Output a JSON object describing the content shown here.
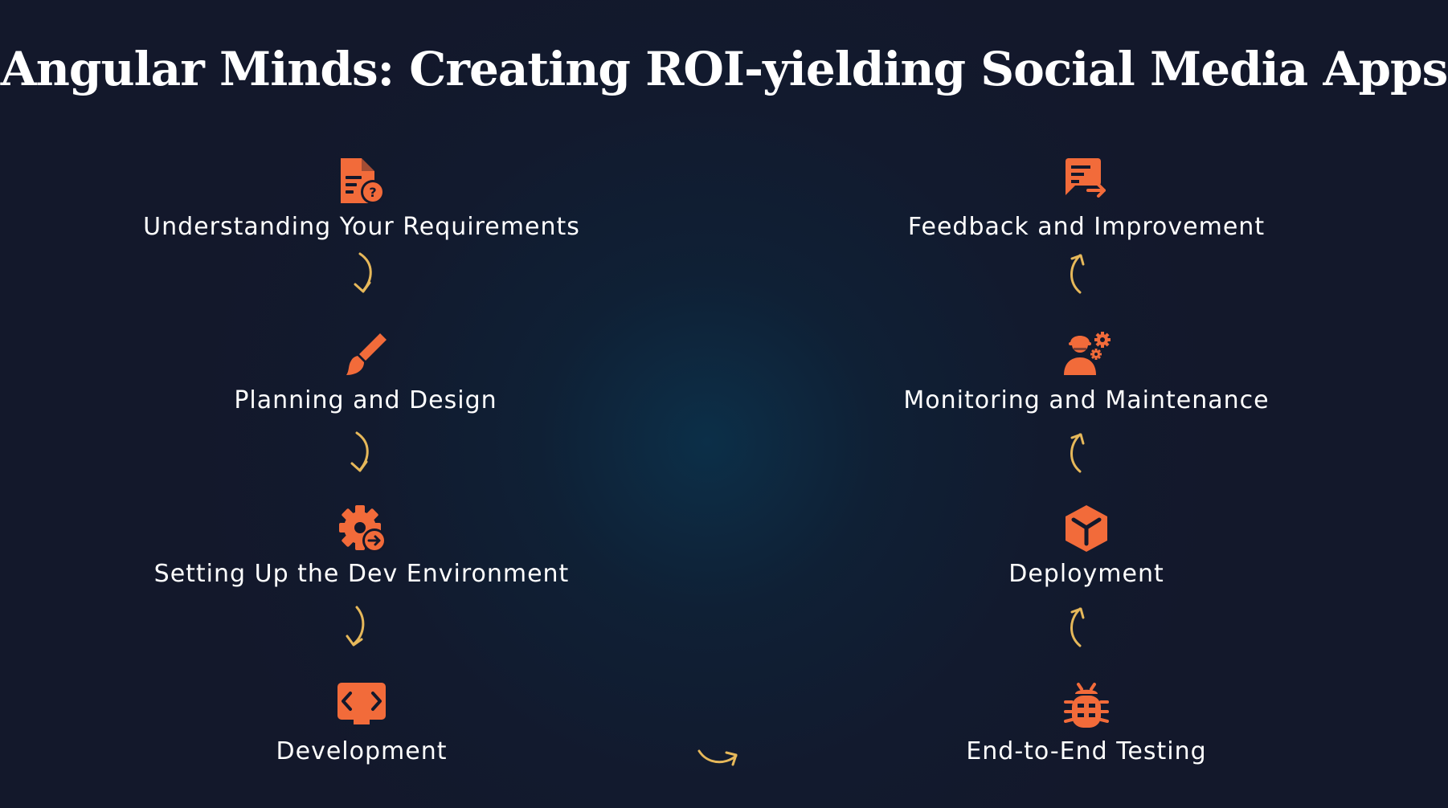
{
  "title": "Angular Minds: Creating ROI-yielding Social Media Apps",
  "colors": {
    "background": "#13182b",
    "glow": "#0c2f48",
    "icon": "#f26b3a",
    "arrow": "#e6b85a",
    "text": "#ffffff"
  },
  "steps": {
    "requirements": {
      "label": "Understanding Your Requirements",
      "icon": "document-question-icon"
    },
    "planning": {
      "label": "Planning and Design",
      "icon": "paintbrush-icon"
    },
    "environment": {
      "label": "Setting Up the Dev Environment",
      "icon": "gear-arrow-icon"
    },
    "development": {
      "label": "Development",
      "icon": "code-window-icon"
    },
    "testing": {
      "label": "End-to-End Testing",
      "icon": "bug-icon"
    },
    "deployment": {
      "label": "Deployment",
      "icon": "cube-icon"
    },
    "monitoring": {
      "label": "Monitoring and Maintenance",
      "icon": "engineer-gears-icon"
    },
    "feedback": {
      "label": "Feedback and Improvement",
      "icon": "feedback-share-icon"
    }
  }
}
